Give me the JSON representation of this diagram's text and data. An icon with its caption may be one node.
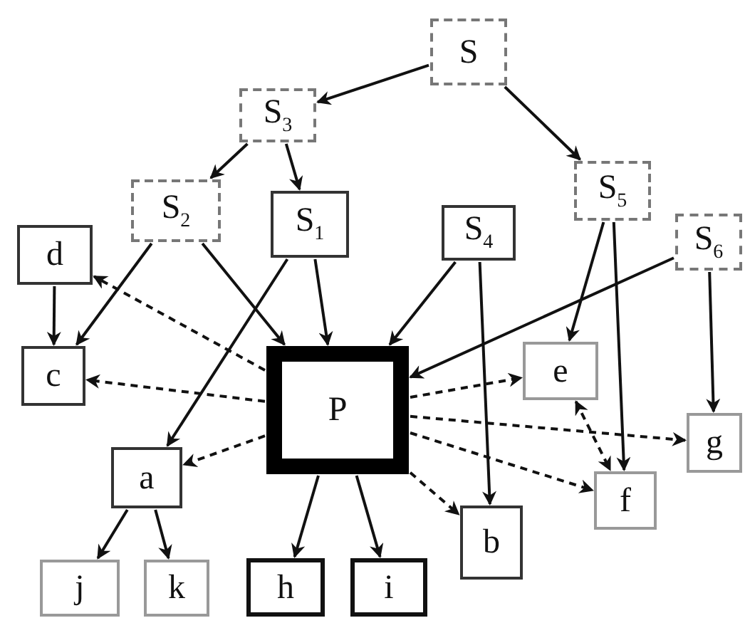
{
  "diagram": {
    "nodes": [
      {
        "text": [
          "S"
        ]
      },
      {
        "text": [
          "S$_{3}$"
        ]
      },
      {
        "text": [
          "S$_{5}$"
        ]
      },
      {
        "text": [
          "S$_{2}$"
        ]
      },
      {
        "text": [
          "S$_{1}$"
        ]
      },
      {
        "text": [
          "S$_{4}$"
        ]
      },
      {
        "text": [
          "S$_{6}$"
        ]
      },
      {
        "text": [
          "d"
        ]
      },
      {
        "text": [
          "c"
        ]
      },
      {
        "text": [
          "P"
        ]
      },
      {
        "text": [
          "e"
        ]
      },
      {
        "text": [
          "a"
        ]
      },
      {
        "text": [
          "g"
        ]
      },
      {
        "text": [
          "f"
        ]
      },
      {
        "text": [
          "b"
        ]
      },
      {
        "text": [
          "j"
        ]
      },
      {
        "text": [
          "k"
        ]
      },
      {
        "text": [
          "h"
        ]
      },
      {
        "text": [
          "i"
        ]
      }
    ],
    "edges": [
      {
        "from": 0,
        "to": 1,
        "arrow": "to"
      },
      {
        "from": 0,
        "to": 2,
        "arrow": "to"
      },
      {
        "from": 1,
        "to": 3,
        "arrow": "to"
      },
      {
        "from": 1,
        "to": 4,
        "arrow": "to"
      },
      {
        "from": 3,
        "to": 8,
        "arrow": "to"
      },
      {
        "from": 3,
        "to": 9,
        "arrow": "to"
      },
      {
        "from": 4,
        "to": 9,
        "arrow": "to"
      },
      {
        "from": 4,
        "to": 11,
        "arrow": "to"
      },
      {
        "from": 5,
        "to": 9,
        "arrow": "to"
      },
      {
        "from": 5,
        "to": 14,
        "arrow": "to"
      },
      {
        "from": 2,
        "to": 10,
        "arrow": "to"
      },
      {
        "from": 2,
        "to": 13,
        "arrow": "to"
      },
      {
        "from": 6,
        "to": 9,
        "arrow": "to"
      },
      {
        "from": 6,
        "to": 12,
        "arrow": "to"
      },
      {
        "from": 7,
        "to": 8,
        "arrow": "to"
      },
      {
        "from": 9,
        "to": 7,
        "arrow": "to",
        "style": "dashed"
      },
      {
        "from": 9,
        "to": 8,
        "arrow": "to",
        "style": "dashed"
      },
      {
        "from": 9,
        "to": 11,
        "arrow": "to",
        "style": "dashed"
      },
      {
        "from": 9,
        "to": 10,
        "arrow": "to",
        "style": "dashed"
      },
      {
        "from": 9,
        "to": 12,
        "arrow": "to",
        "style": "dashed"
      },
      {
        "from": 9,
        "to": 13,
        "arrow": "to",
        "style": "dashed"
      },
      {
        "from": 9,
        "to": 14,
        "arrow": "to",
        "style": "dashed"
      },
      {
        "from": 10,
        "to": 13,
        "arrow": "both",
        "style": "dashed"
      },
      {
        "from": 11,
        "to": 15,
        "arrow": "to"
      },
      {
        "from": 11,
        "to": 16,
        "arrow": "to"
      },
      {
        "from": 9,
        "to": 17,
        "arrow": "to"
      },
      {
        "from": 9,
        "to": 18,
        "arrow": "to"
      }
    ]
  }
}
